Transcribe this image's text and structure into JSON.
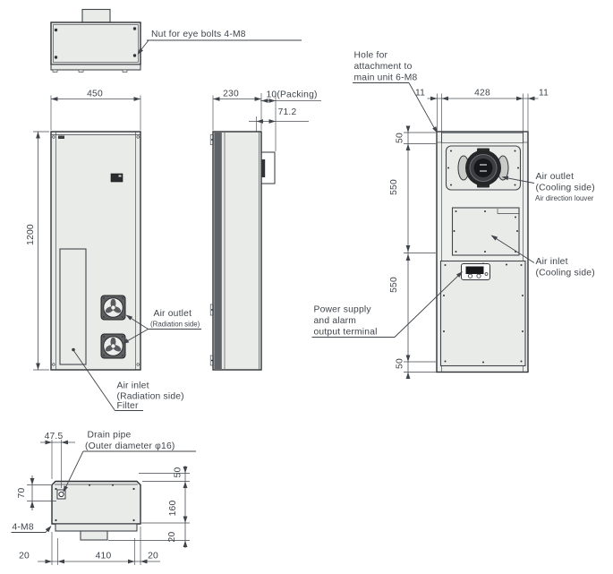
{
  "colors": {
    "line": "#41464b",
    "panel_fill": "#e9ebe8",
    "dark_fill": "#1e1e1e",
    "text": "#3f444a"
  },
  "views": {
    "top": {
      "nut_label": "Nut for eye bolts 4-M8"
    },
    "front": {
      "dim_width": "450",
      "dim_height": "1200",
      "air_outlet": {
        "line1": "Air outlet",
        "line2": "(Radiation side)"
      },
      "air_inlet": {
        "line1": "Air inlet",
        "line2": "(Radiation side)",
        "line3": "Filter"
      }
    },
    "side": {
      "dim_depth": "230",
      "dim_packing": "10(Packing)",
      "dim_box": "71.2"
    },
    "rear": {
      "hole_label": {
        "line1": "Hole for",
        "line2": "attachment to",
        "line3": "main unit 6-M8"
      },
      "dim_edge_left": "11",
      "dim_holes": "428",
      "dim_edge_right": "11",
      "dim_chain": [
        "50",
        "550",
        "550",
        "50"
      ],
      "air_outlet": {
        "line1": "Air outlet",
        "line2": "(Cooling side)",
        "line3": "Air direction louver"
      },
      "air_inlet": {
        "line1": "Air inlet",
        "line2": "(Cooling side)"
      },
      "terminal_label": {
        "line1": "Power supply",
        "line2": "and alarm",
        "line3": "output terminal"
      }
    },
    "bottom": {
      "dim_drain_x": "47.5",
      "drain_label": {
        "line1": "Drain pipe",
        "line2": "(Outer diameter φ16)"
      },
      "dim_drain_y": "70",
      "bolt_label": "4-M8",
      "dim_bottom_chain": [
        "20",
        "410",
        "20"
      ],
      "dim_right_chain": [
        "50",
        "160",
        "20"
      ]
    }
  }
}
